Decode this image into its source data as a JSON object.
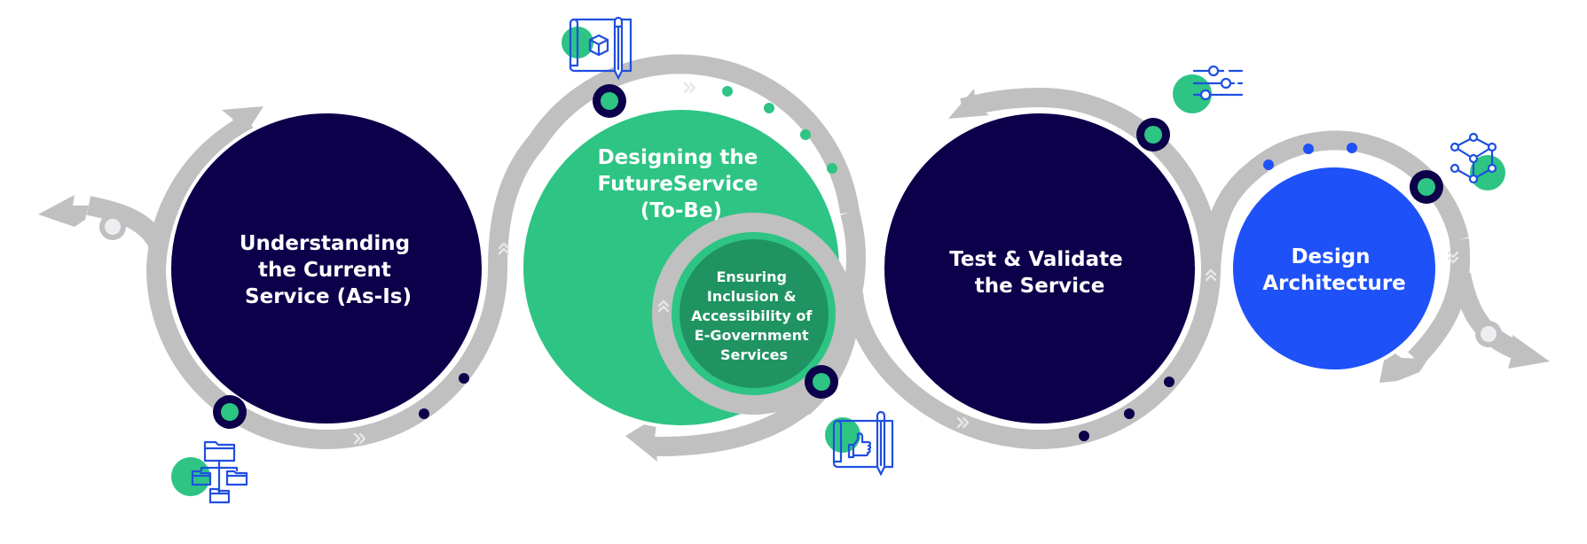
{
  "diagram": {
    "colors": {
      "navy": "#0C004B",
      "green": "#2DC484",
      "dark_green": "#209363",
      "blue": "#1F51F8",
      "track_gray": "#C0C0C0",
      "icon_blue": "#1F4FE0",
      "node_light": "#EEEEF2"
    },
    "stages": [
      {
        "id": "as-is",
        "lines": [
          "Understanding",
          "the Current",
          "Service (As-Is)"
        ],
        "color": "navy",
        "icon": "folder-hierarchy-icon"
      },
      {
        "id": "to-be",
        "lines": [
          "Designing the",
          "FutureService",
          "(To-Be)"
        ],
        "color": "green",
        "icon": "blueprint-cube-icon"
      },
      {
        "id": "inclusion",
        "lines": [
          "Ensuring",
          "Inclusion &",
          "Accessibility of",
          "E-Government",
          "Services"
        ],
        "color": "dark_green",
        "icon": "blueprint-thumbs-up-icon"
      },
      {
        "id": "test",
        "lines": [
          "Test & Validate",
          "the Service"
        ],
        "color": "navy",
        "icon": "sliders-icon"
      },
      {
        "id": "architecture",
        "lines": [
          "Design",
          "Architecture"
        ],
        "color": "blue",
        "icon": "network-cube-icon"
      }
    ]
  }
}
